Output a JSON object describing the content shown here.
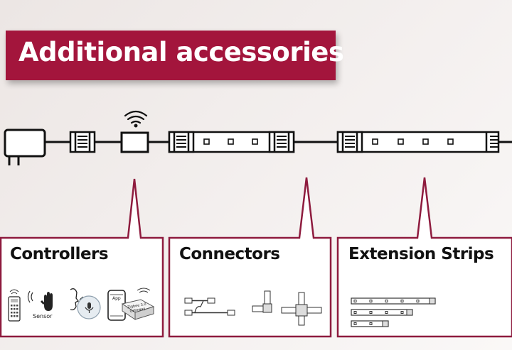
{
  "banner": {
    "title": "Additional accessories"
  },
  "panels": [
    {
      "title": "Controllers"
    },
    {
      "title": "Connectors"
    },
    {
      "title": "Extension Strips"
    }
  ],
  "controllers": {
    "sensor_label": "Sensor",
    "app_label": "App",
    "gateway_label": "Zigbee 3.0 Gateway"
  },
  "colors": {
    "accent": "#a3153c",
    "line": "#111111",
    "panel_bg": "#ffffff"
  },
  "icons": [
    "power-adapter-icon",
    "wifi-icon",
    "remote-icon",
    "hand-sensor-icon",
    "voice-assistant-icon",
    "smartphone-app-icon",
    "gateway-icon"
  ]
}
